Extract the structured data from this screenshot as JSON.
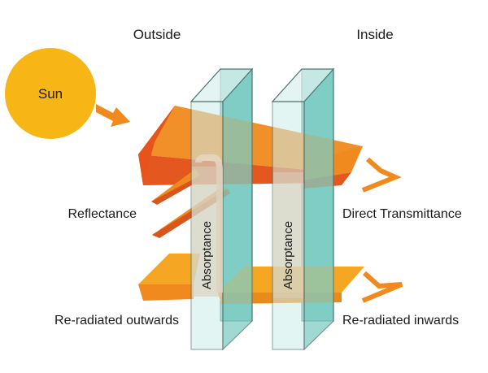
{
  "labels": {
    "outside": "Outside",
    "inside": "Inside",
    "sun": "Sun",
    "reflectance": "Reflectance",
    "direct_transmittance": "Direct Transmittance",
    "re_radiated_outwards": "Re-radiated outwards",
    "re_radiated_inwards": "Re-radiated inwards",
    "absorptance_outer": "Absorptance",
    "absorptance_inner": "Absorptance"
  },
  "colors": {
    "sun": "#F7B516",
    "beam_orange": "#F08A1E",
    "beam_dark": "#E4571E",
    "re_radiated": "#F5A623",
    "glass_teal": "#7FCDC4",
    "glass_light": "#CDEDEA",
    "glass_edge": "#4A6F6C"
  },
  "icons": {
    "sun": "sun-icon",
    "incoming": "incoming-arrow-icon"
  }
}
